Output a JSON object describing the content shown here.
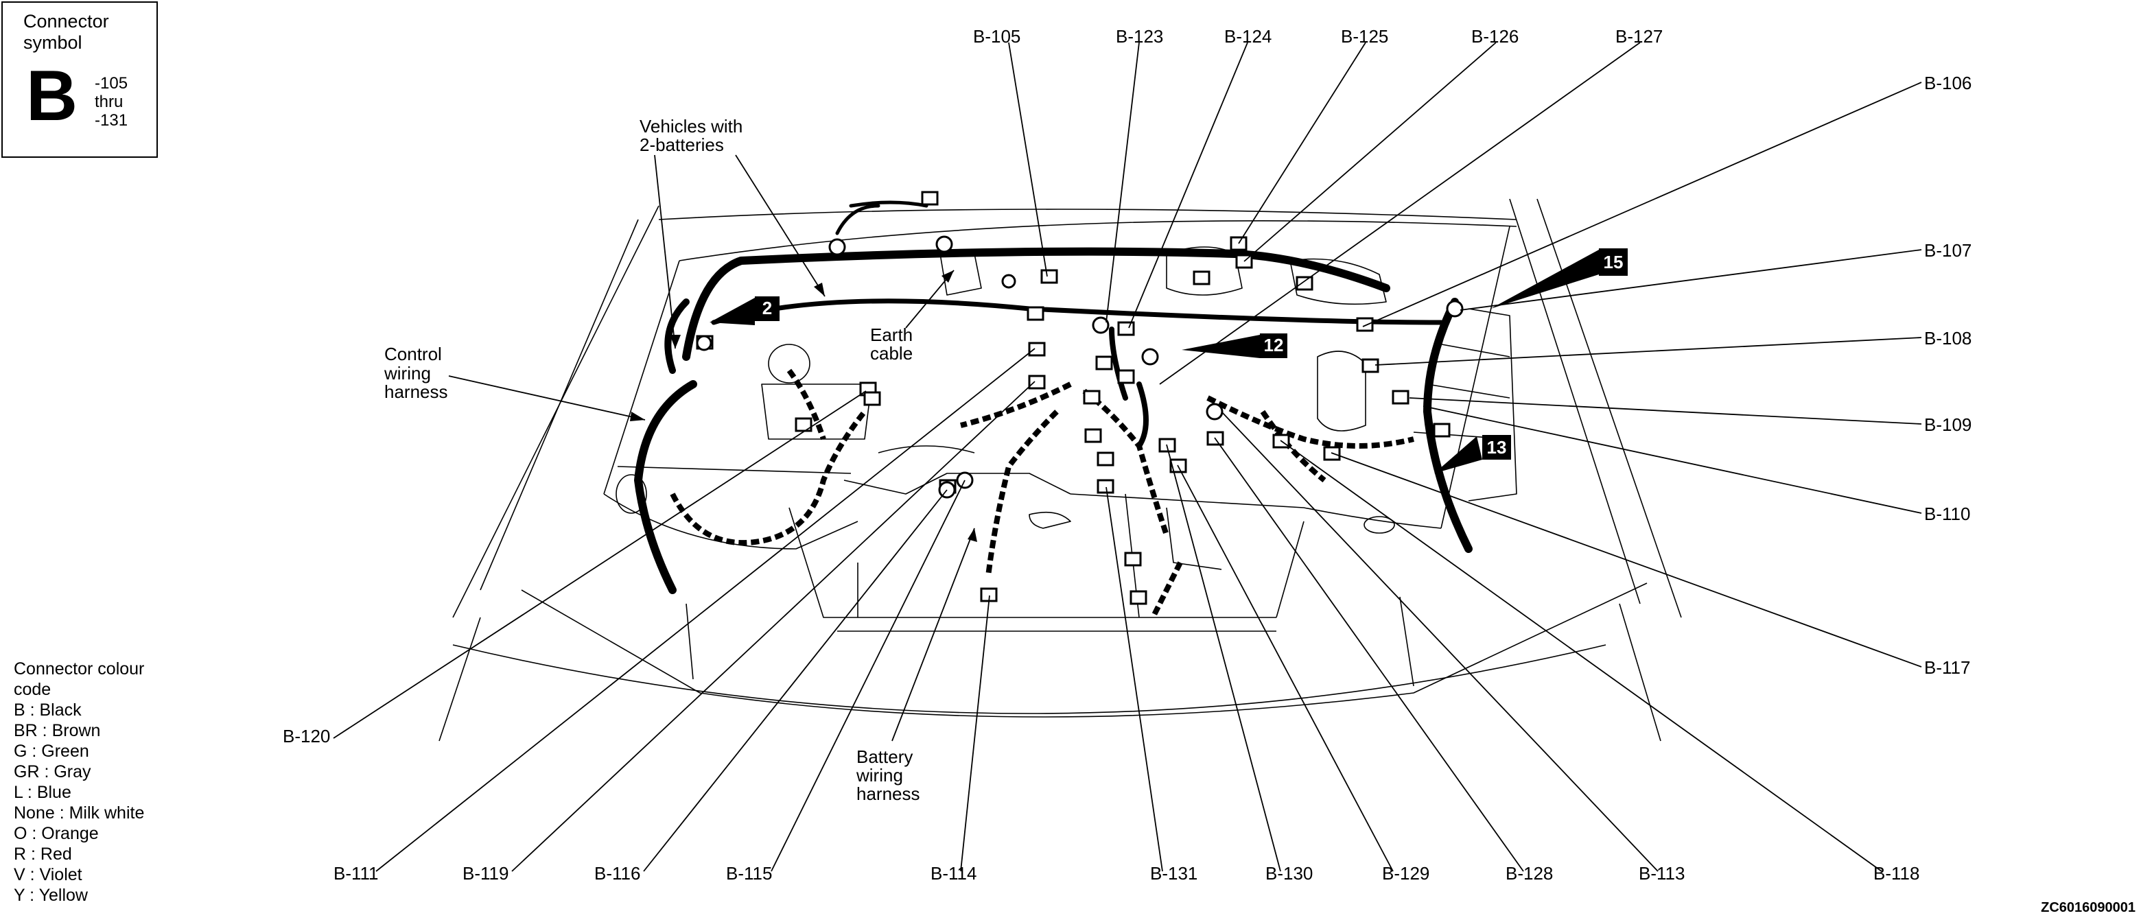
{
  "legend": {
    "title": "Connector symbol",
    "letter": "B",
    "range": [
      "-105",
      "thru",
      "-131"
    ]
  },
  "colour_code": {
    "title": "Connector colour code",
    "entries": [
      "B : Black",
      "BR : Brown",
      "G : Green",
      "GR : Gray",
      "L : Blue",
      "None : Milk white",
      "O : Orange",
      "R : Red",
      "V : Violet",
      "Y : Yellow"
    ]
  },
  "annotations": {
    "vehicles_2_batteries": [
      "Vehicles with",
      "2-batteries"
    ],
    "control_wiring_harness": [
      "Control",
      "wiring",
      "harness"
    ],
    "earth_cable": [
      "Earth",
      "cable"
    ],
    "battery_wiring_harness": [
      "Battery",
      "wiring",
      "harness"
    ]
  },
  "callouts": {
    "top": [
      "B-105",
      "B-123",
      "B-124",
      "B-125",
      "B-126",
      "B-127"
    ],
    "right": [
      "B-106",
      "B-107",
      "B-108",
      "B-109",
      "B-110",
      "B-117"
    ],
    "left": [
      "B-120"
    ],
    "bottom": [
      "B-111",
      "B-119",
      "B-116",
      "B-115",
      "B-114",
      "B-131",
      "B-130",
      "B-129",
      "B-128",
      "B-113",
      "B-118"
    ]
  },
  "markers": [
    "2",
    "12",
    "13",
    "15"
  ],
  "doc_id": "ZC6016090001"
}
